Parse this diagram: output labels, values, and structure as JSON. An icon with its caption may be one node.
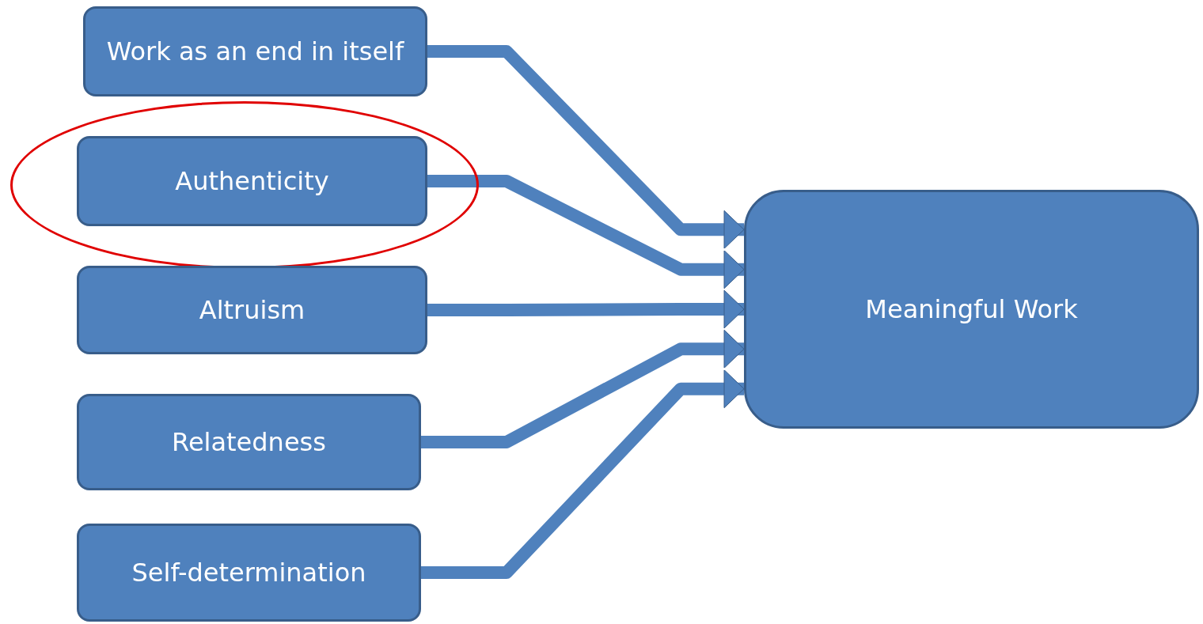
{
  "diagram": {
    "nodes": [
      {
        "text": [
          "Work as an end in itself"
        ]
      },
      {
        "text": [],
        "shape": "ellipse"
      },
      {
        "text": [
          "Authenticity"
        ],
        "in": 1
      },
      {
        "text": [
          "Altruism"
        ]
      },
      {
        "text": [
          "Relatedness"
        ]
      },
      {
        "text": [
          "Self-determination"
        ]
      },
      {
        "text": [
          "Meaningful Work"
        ]
      }
    ],
    "edges": [
      {
        "from": 0,
        "to": 6,
        "arrow": "to"
      },
      {
        "from": 2,
        "to": 6,
        "arrow": "to"
      },
      {
        "from": 3,
        "to": 6,
        "arrow": "to"
      },
      {
        "from": 4,
        "to": 6,
        "arrow": "to"
      },
      {
        "from": 5,
        "to": 6,
        "arrow": "to"
      }
    ]
  }
}
